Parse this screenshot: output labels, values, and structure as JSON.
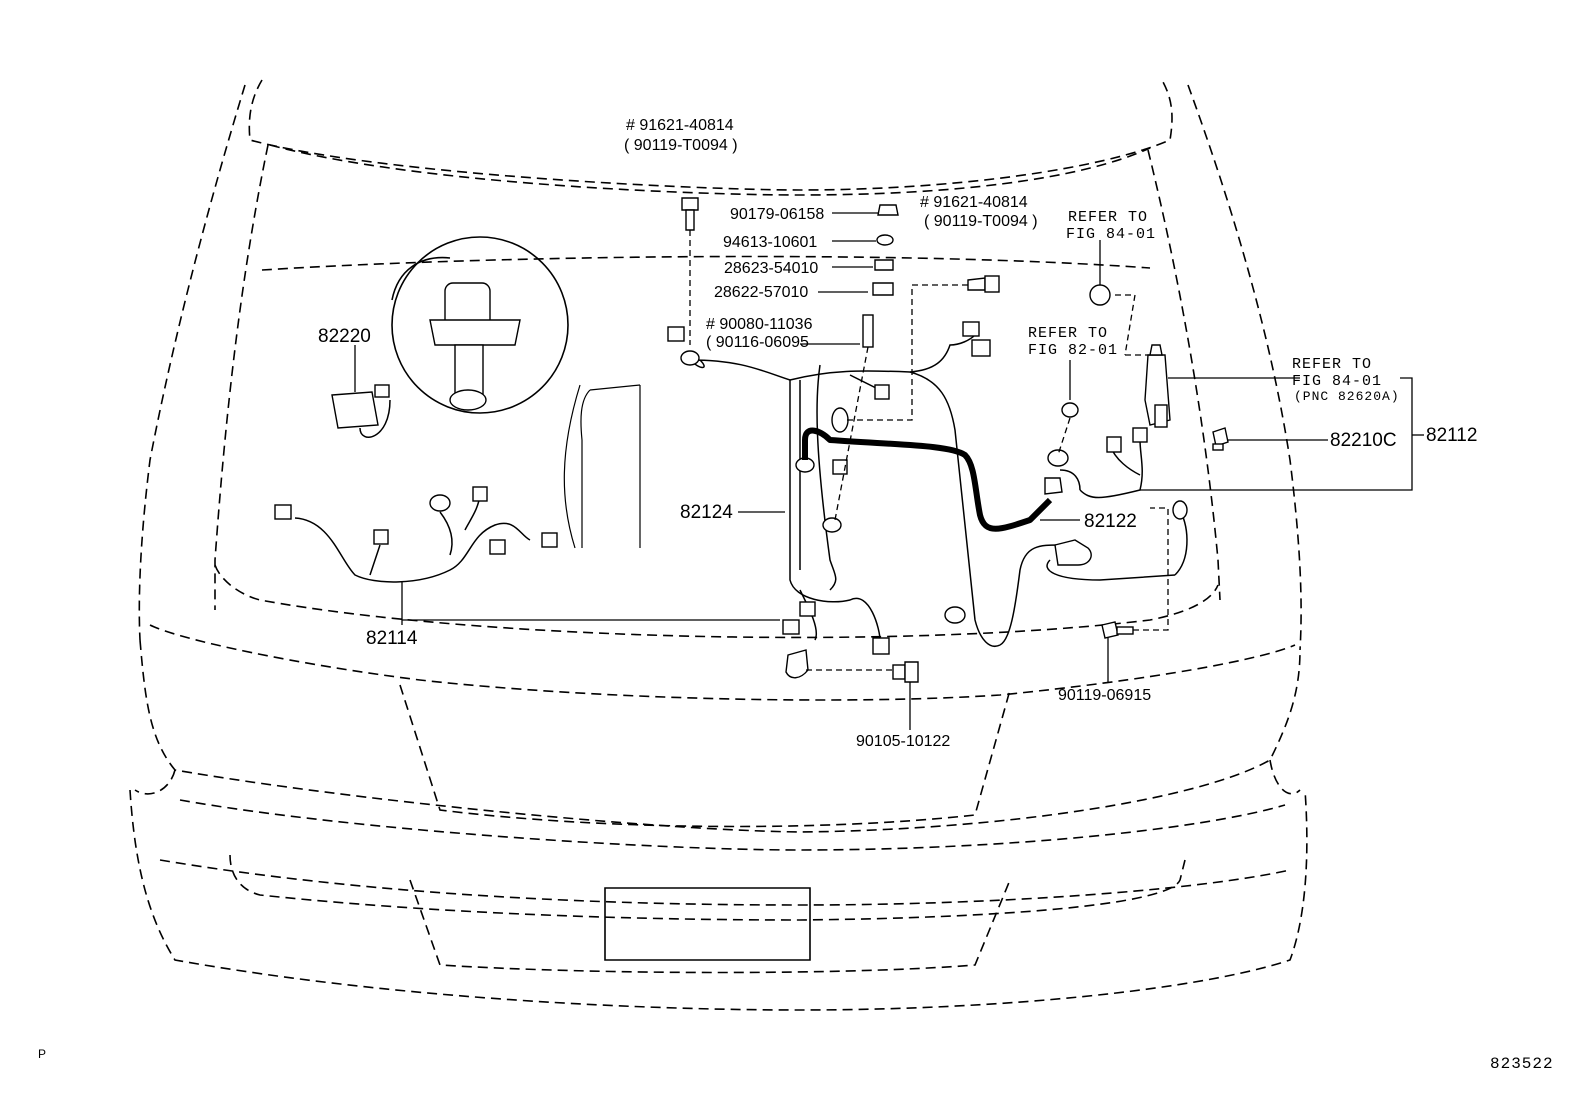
{
  "callouts": {
    "bolt_top_a": "# 91621-40814",
    "bolt_top_b": "( 90119-T0094 )",
    "nut_1": "90179-06158",
    "washer_1": "94613-10601",
    "grommet_1": "28623-54010",
    "grommet_2": "28622-57010",
    "bolt_right_a": "# 91621-40814",
    "bolt_right_b": "( 90119-T0094 )",
    "stud_a": "# 90080-11036",
    "stud_b": "( 90116-06095",
    "bolt_front": "90105-10122",
    "bolt_right_front": "90119-06915",
    "relay": "82220",
    "harness_front": "82114",
    "harness_main": "82124",
    "cable_battery": "82122",
    "fuse": "82210C",
    "harness_group": "82112"
  },
  "references": {
    "ref_84_top": [
      "REFER TO",
      "FIG 84-01"
    ],
    "ref_82": [
      "REFER TO",
      "FIG 82-01"
    ],
    "ref_84_side": [
      "REFER TO",
      "FIG 84-01",
      "(PNC 82620A)"
    ]
  },
  "footer": {
    "corner_mark": "P",
    "figure_number": "823522"
  }
}
